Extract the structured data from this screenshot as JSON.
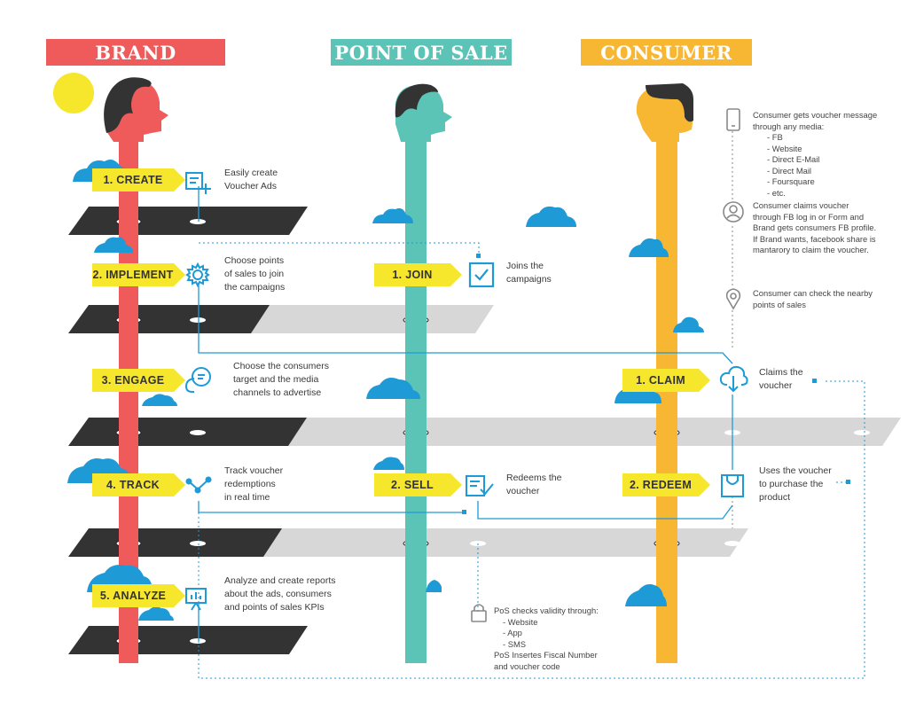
{
  "headers": {
    "brand": "BRAND",
    "pos": "POINT OF SALE",
    "consumer": "CONSUMER"
  },
  "brand_steps": [
    {
      "label": "1. CREATE",
      "note": [
        "Easily create",
        "Voucher Ads"
      ]
    },
    {
      "label": "2. IMPLEMENT",
      "note": [
        "Choose points",
        "of sales to join",
        "the campaigns"
      ]
    },
    {
      "label": "3. ENGAGE",
      "note": [
        "Choose the consumers",
        "target and the media",
        "channels to advertise"
      ]
    },
    {
      "label": "4. TRACK",
      "note": [
        "Track voucher",
        "redemptions",
        "in real time"
      ]
    },
    {
      "label": "5. ANALYZE",
      "note": [
        "Analyze and create reports",
        "about the ads, consumers",
        "and points of sales KPIs"
      ]
    }
  ],
  "pos_steps": [
    {
      "label": "1. JOIN",
      "note": [
        "Joins the",
        "campaigns"
      ]
    },
    {
      "label": "2. SELL",
      "note": [
        "Redeems the",
        "voucher"
      ]
    }
  ],
  "consumer_steps": [
    {
      "label": "1. CLAIM",
      "note": [
        "Claims the",
        "voucher"
      ]
    },
    {
      "label": "2. REDEEM",
      "note": [
        "Uses the voucher",
        "to purchase the",
        "product"
      ]
    }
  ],
  "consumer_info": {
    "message": {
      "intro": [
        "Consumer gets voucher message",
        "through any media:"
      ],
      "media": [
        "FB",
        "Website",
        "Direct E-Mail",
        "Direct Mail",
        "Foursquare",
        "etc."
      ]
    },
    "claim": [
      "Consumer claims voucher",
      "through FB log in or Form and",
      "Brand gets consumers FB profile.",
      "If Brand wants, facebook share is",
      "mantarory to  claim the voucher."
    ],
    "nearby": [
      "Consumer can check the nearby",
      "points of sales"
    ]
  },
  "pos_check": {
    "intro": "PoS checks validity through:",
    "methods": [
      "Website",
      "App",
      "SMS"
    ],
    "outro": [
      "PoS Insertes Fiscal Number",
      "and voucher code"
    ]
  },
  "colors": {
    "brand": "#ef5a5a",
    "pos": "#5bc4b6",
    "consumer": "#f7b733",
    "tag": "#f6e72c",
    "accent_blue": "#1e9ad6",
    "sun": "#f6e72c",
    "dark_plane": "#333333",
    "light_plane": "#d7d7d7"
  },
  "icons": [
    "create-ad-icon",
    "gear-icon",
    "chat-bubbles-icon",
    "network-icon",
    "report-chart-icon",
    "checkbox-icon",
    "form-check-icon",
    "cloud-download-icon",
    "shopping-bag-icon",
    "phone-icon",
    "user-icon",
    "location-pin-icon",
    "lock-icon",
    "sun-icon"
  ]
}
